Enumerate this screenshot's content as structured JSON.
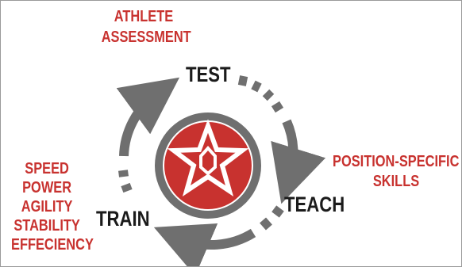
{
  "stages": {
    "test": "TEST",
    "teach": "TEACH",
    "train": "TRAIN"
  },
  "annotations": {
    "assessment_line1": "ATHLETE",
    "assessment_line2": "ASSESSMENT",
    "skills_line1": "POSITION-SPECIFIC",
    "skills_line2": "SKILLS",
    "qualities": [
      "SPEED",
      "POWER",
      "AGILITY",
      "STABILITY",
      "EFFECIENCY"
    ]
  },
  "colors": {
    "accent_red": "#c8322f",
    "arrow_gray": "#6f6f6f",
    "ring_gray": "#6f6f6f",
    "label_black": "#1b1b1b"
  },
  "icons": [
    "star-emblem-icon",
    "cycle-arrow-icon"
  ]
}
